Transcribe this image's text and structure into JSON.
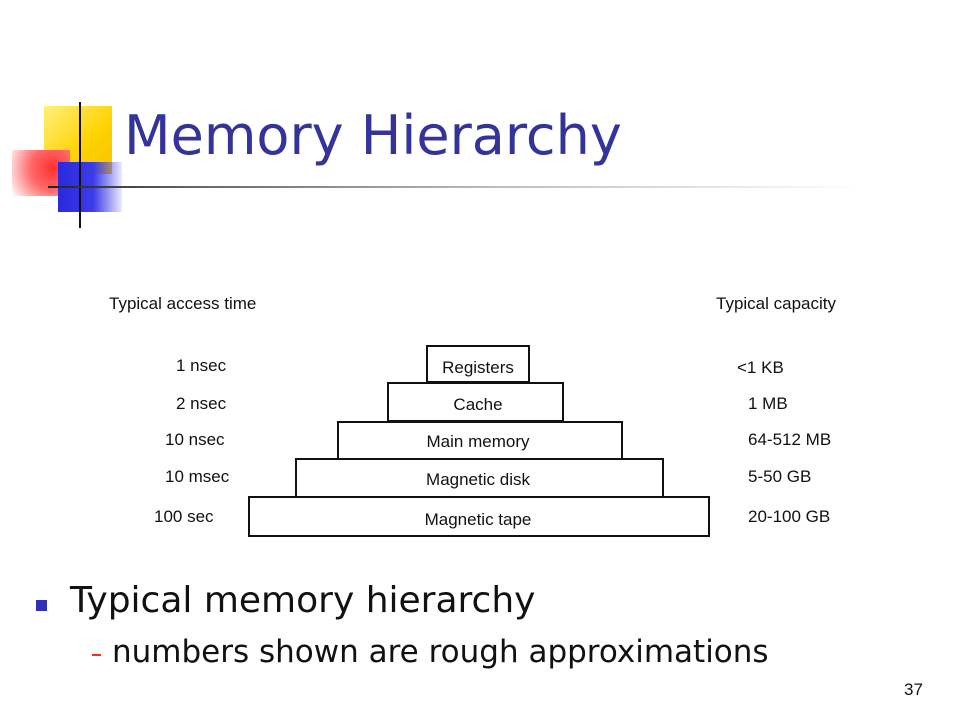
{
  "slide": {
    "title": "Memory Hierarchy",
    "page_number": "37"
  },
  "diagram": {
    "left_header": "Typical access time",
    "right_header": "Typical capacity",
    "levels": [
      {
        "name": "Registers",
        "access_time": "1 nsec",
        "capacity": "<1 KB"
      },
      {
        "name": "Cache",
        "access_time": "2 nsec",
        "capacity": "1 MB"
      },
      {
        "name": "Main memory",
        "access_time": "10 nsec",
        "capacity": "64-512 MB"
      },
      {
        "name": "Magnetic disk",
        "access_time": "10 msec",
        "capacity": "5-50 GB"
      },
      {
        "name": "Magnetic tape",
        "access_time": "100 sec",
        "capacity": "20-100 GB"
      }
    ]
  },
  "bullets": {
    "main": "Typical memory hierarchy",
    "sub": "numbers shown are rough approximations"
  },
  "colors": {
    "title": "#33339a",
    "bullet": "#2f2fb8",
    "sub_bullet": "#ee3322"
  }
}
